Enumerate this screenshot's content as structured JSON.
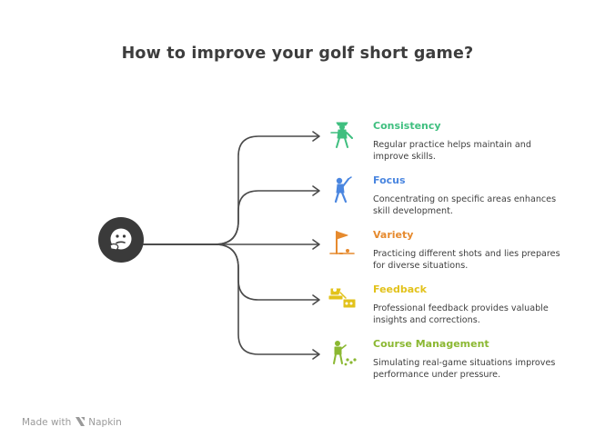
{
  "title": "How to improve your golf short game?",
  "colors": {
    "line": "#4a4a4a",
    "hub": "#3a3a3a"
  },
  "hub_icon": "thinking-face-icon",
  "branches": [
    {
      "label": "Consistency",
      "description": "Regular practice helps maintain and improve skills.",
      "color": "#3fbf7f",
      "icon": "golfer-putting-icon"
    },
    {
      "label": "Focus",
      "description": "Concentrating on specific areas enhances skill development.",
      "color": "#4a86e0",
      "icon": "golfer-swinging-icon"
    },
    {
      "label": "Variety",
      "description": "Practicing different shots and lies prepares for diverse situations.",
      "color": "#e68a2e",
      "icon": "golf-flag-hole-icon"
    },
    {
      "label": "Feedback",
      "description": "Professional feedback provides valuable insights and corrections.",
      "color": "#e2c21b",
      "icon": "coaching-feedback-icon"
    },
    {
      "label": "Course Management",
      "description": "Simulating real-game situations improves performance under pressure.",
      "color": "#8bb832",
      "icon": "golfer-on-course-icon"
    }
  ],
  "footer": {
    "prefix": "Made with",
    "brand": "Napkin"
  }
}
